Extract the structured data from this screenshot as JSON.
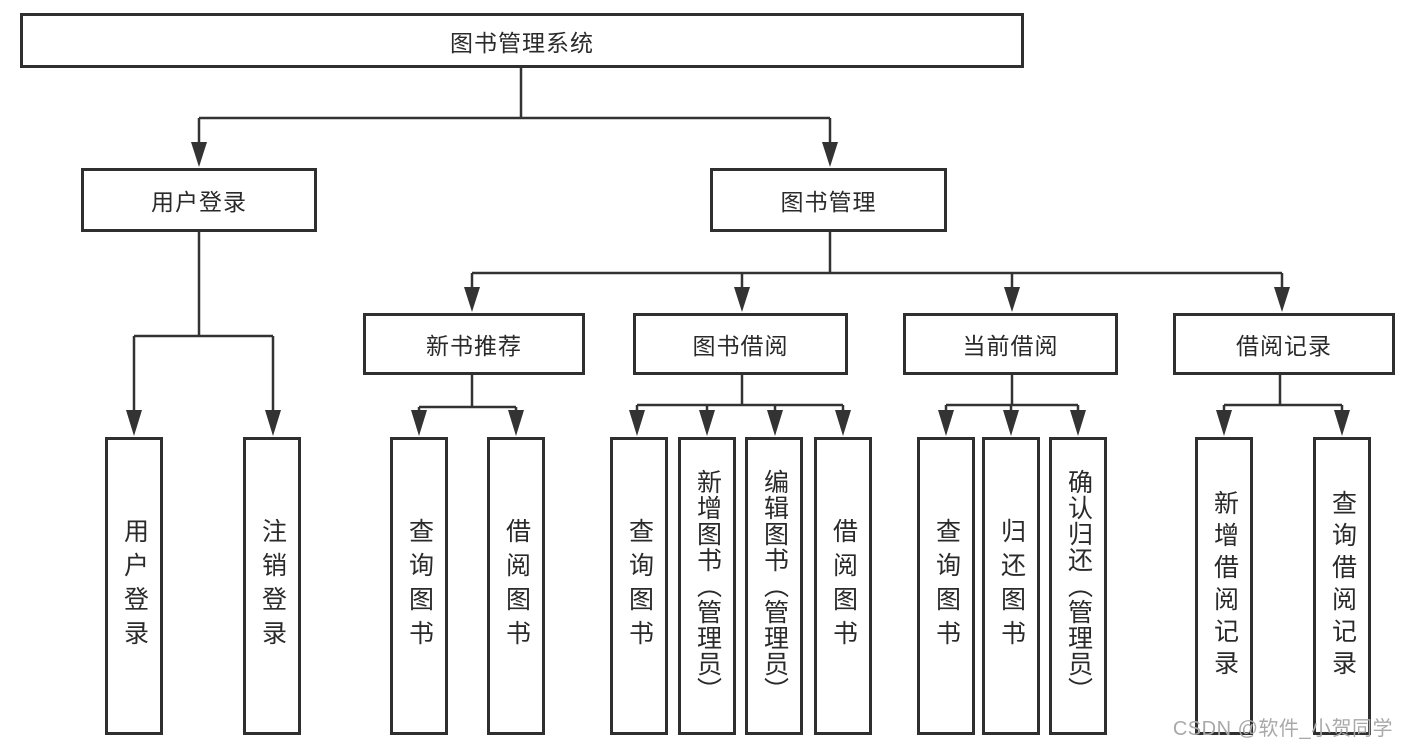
{
  "title": "图书管理系统",
  "branches": {
    "user": {
      "label": "用户登录",
      "children": [
        "用户登录",
        "注销登录"
      ]
    },
    "mgmt": {
      "label": "图书管理",
      "groups": [
        {
          "label": "新书推荐",
          "children": [
            "查询图书",
            "借阅图书"
          ]
        },
        {
          "label": "图书借阅",
          "children": [
            "查询图书",
            "新增图书（管理员）",
            "编辑图书（管理员）",
            "借阅图书"
          ]
        },
        {
          "label": "当前借阅",
          "children": [
            "查询图书",
            "归还图书",
            "确认归还（管理员）"
          ]
        },
        {
          "label": "借阅记录",
          "children": [
            "新增借阅记录",
            "查询借阅记录"
          ]
        }
      ]
    }
  },
  "watermark": "CSDN @软件_小贺同学",
  "colors": {
    "line": "#333333",
    "box_border": "#2f2f2f",
    "text": "#2a2a2a",
    "watermark": "#a9a9a9",
    "background": "#ffffff"
  }
}
